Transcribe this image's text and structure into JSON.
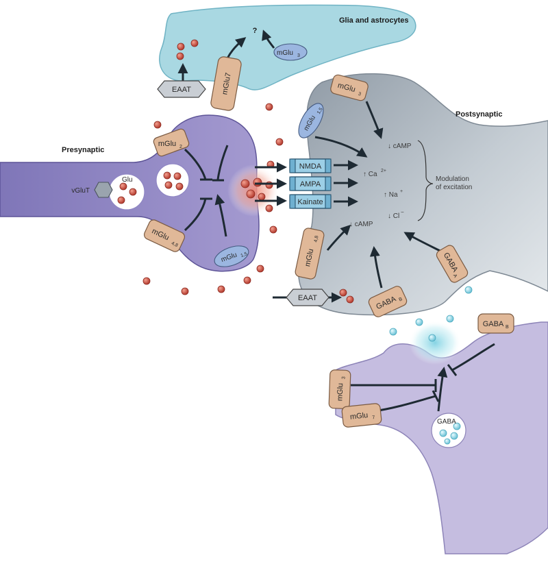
{
  "regions": {
    "glia": "Glia and astrocytes",
    "presynaptic": "Presynaptic",
    "postsynaptic": "Postsynaptic"
  },
  "receptors": {
    "glia_eaat": "EAAT",
    "glia_mglu7": "mGlu7",
    "glia_mglu": "mGlu",
    "glia_mglu_sub": "3",
    "question": "?",
    "pre_mglu2": "mGlu",
    "pre_mglu2_sub": "2",
    "pre_vglut": "vGluT",
    "pre_glu": "Glu",
    "pre_mglu48": "mGlu",
    "pre_mglu48_sub": "4,8",
    "pre_mglu15": "mGlu",
    "pre_mglu15_sub": "1,5",
    "post_mglu3": "mGlu",
    "post_mglu3_sub": "3",
    "post_mglu15": "mGlu",
    "post_mglu15_sub": "1,5",
    "post_mglu48": "mGlu",
    "post_mglu48_sub": "4,8",
    "nmda": "NMDA",
    "ampa": "AMPA",
    "kainate": "Kainate",
    "eaat_bottom": "EAAT",
    "gabab_post": "GABA",
    "gabab_post_sub": "B",
    "gabaa": "GABA",
    "gabaa_sub": "A",
    "gabab_inh": "GABA",
    "gabab_inh_sub": "B",
    "inh_mglu3": "mGlu",
    "inh_mglu3_sub": "3",
    "inh_mglu7": "mGlu",
    "inh_mglu7_sub": "7",
    "inh_gaba": "GABA"
  },
  "effects": {
    "camp_down_top": "↓ cAMP",
    "ca": "↑ Ca",
    "ca_sup": "2+",
    "na": "↑ Na",
    "na_sup": "+",
    "cl": "↓ Cl",
    "cl_sup": "−",
    "camp_down_bottom": "↓ cAMP",
    "modulation_1": "Modulation",
    "modulation_2": "of excitation"
  },
  "colors": {
    "glia": "#a9d8e2",
    "presynaptic": "#8f86c4",
    "postsynaptic": "#b9c2ca",
    "inhibitory": "#c5bde0",
    "receptor_tan": "#e0b898",
    "ionotropic": "#9ccfe6",
    "glutamate": "#c8473a",
    "gaba": "#9fdbe6",
    "eaat": "#c9ced4"
  }
}
